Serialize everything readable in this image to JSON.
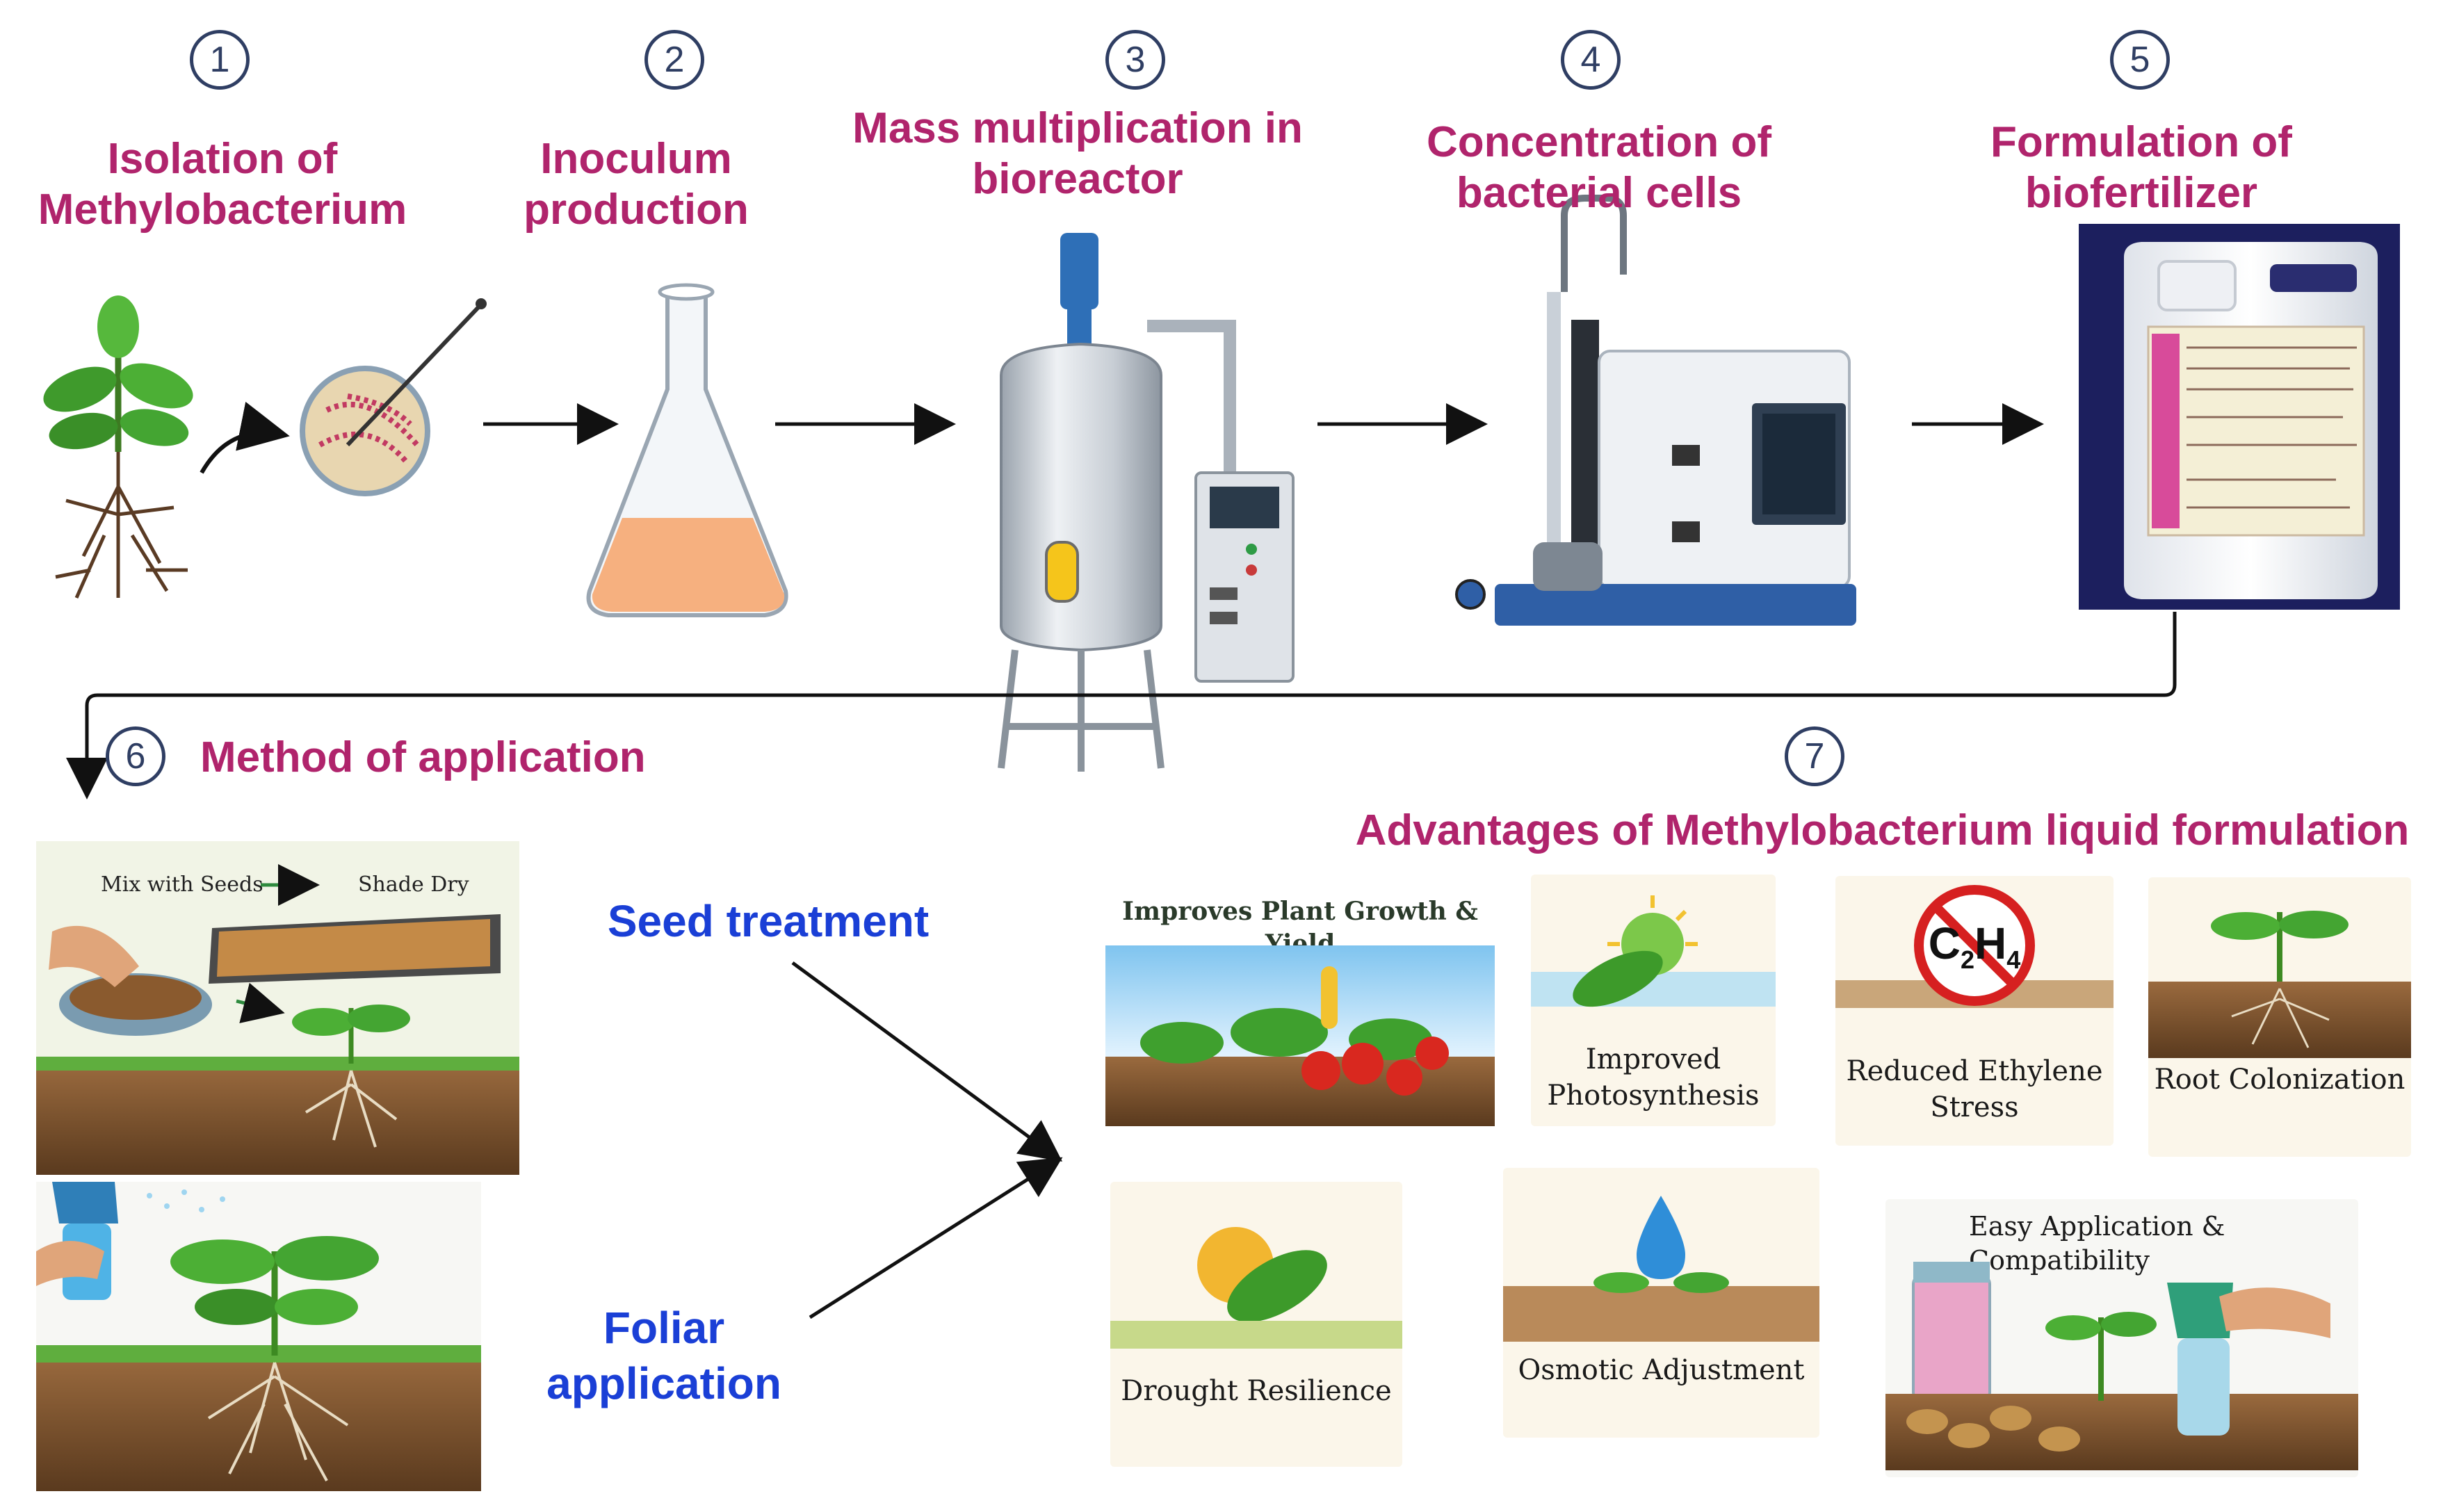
{
  "steps": [
    {
      "number": "1",
      "title": "Isolation of Methylobacterium"
    },
    {
      "number": "2",
      "title": "Inoculum production"
    },
    {
      "number": "3",
      "title": "Mass multiplication in bioreactor"
    },
    {
      "number": "4",
      "title": "Concentration  of bacterial cells"
    },
    {
      "number": "5",
      "title": "Formulation of biofertilizer"
    },
    {
      "number": "6",
      "title": "Method of application"
    },
    {
      "number": "7",
      "title": "Advantages of Methylobacterium liquid formulation"
    }
  ],
  "application": {
    "seed_treatment": "Seed treatment",
    "foliar_application": "Foliar application",
    "mix_with_seeds": "Mix with Seeds",
    "shade_dry": "Shade Dry"
  },
  "advantages": [
    {
      "label": "Improves Plant Growth & Yield"
    },
    {
      "label": "Improved Photosynthesis"
    },
    {
      "label": "Reduced Ethylene Stress"
    },
    {
      "label": "Root Colonization"
    },
    {
      "label": "Drought Resilience"
    },
    {
      "label": "Osmotic Adjustment"
    },
    {
      "label": "Easy Application & Compatibility"
    }
  ],
  "ethylene_formula": {
    "c": "C",
    "c_sub": "2",
    "h": "H",
    "h_sub": "4"
  },
  "colors": {
    "title": "#b0246c",
    "blue_text": "#1a3fd6",
    "circle": "#2f3e63"
  }
}
